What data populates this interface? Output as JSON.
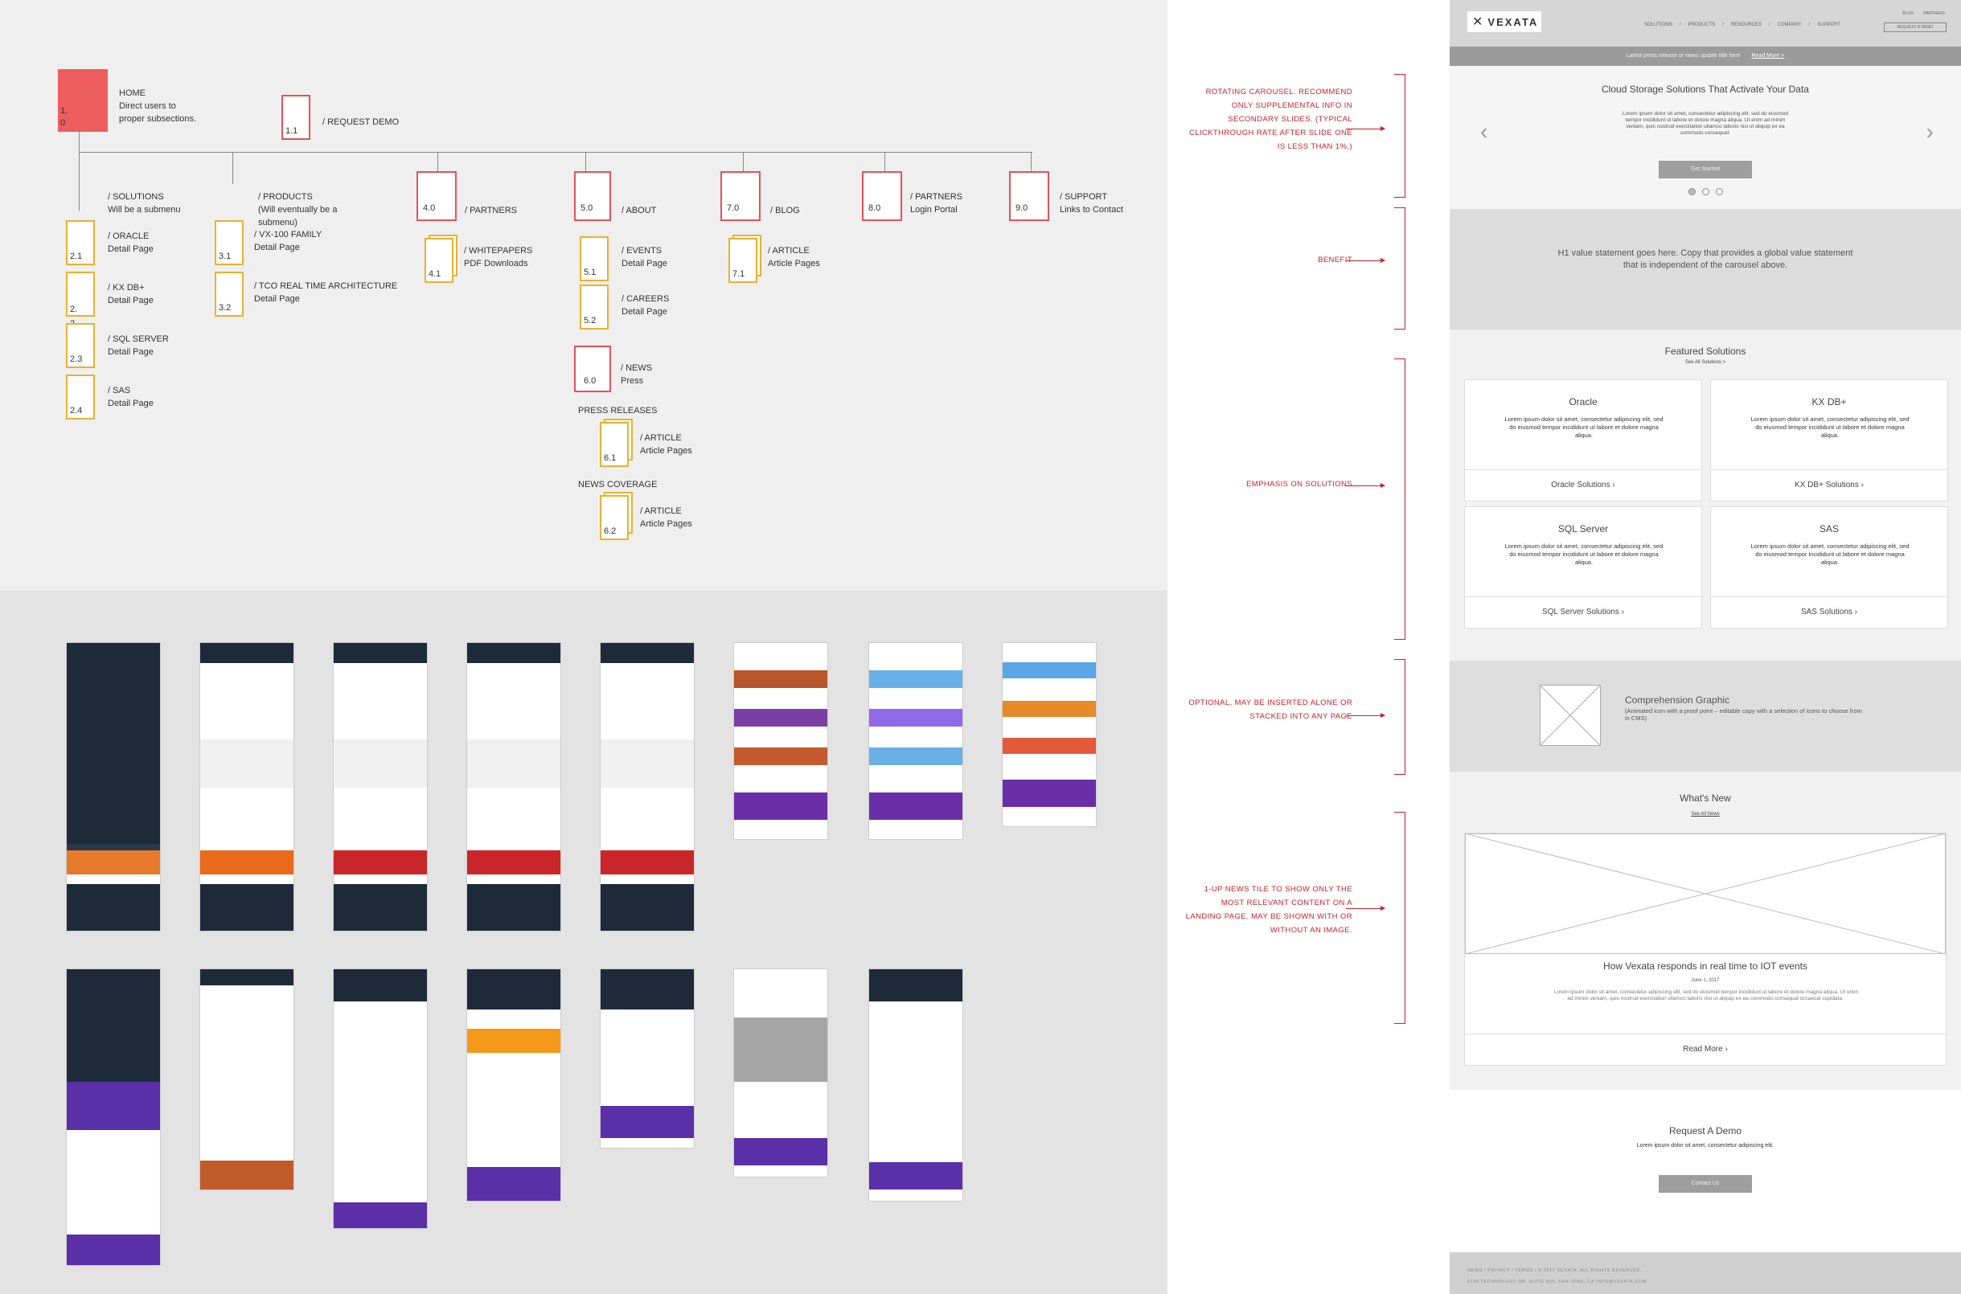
{
  "sitemap": {
    "nodes": [
      {
        "id": "home",
        "num": "1.\n0",
        "title": "HOME",
        "desc": "Direct users to\nproper subsections."
      },
      {
        "id": "n11",
        "num": "1.1",
        "title": "/ REQUEST DEMO",
        "desc": ""
      },
      {
        "id": "solutions",
        "num": "",
        "title": "/ SOLUTIONS",
        "desc": "Will be a submenu"
      },
      {
        "id": "n21",
        "num": "2.1",
        "title": "/ ORACLE",
        "desc": "Detail Page"
      },
      {
        "id": "n22",
        "num": "2.\n2",
        "title": "/ KX DB+",
        "desc": "Detail Page"
      },
      {
        "id": "n23",
        "num": "2.3",
        "title": "/ SQL SERVER",
        "desc": "Detail Page"
      },
      {
        "id": "n24",
        "num": "2.4",
        "title": "/ SAS",
        "desc": "Detail Page"
      },
      {
        "id": "products",
        "num": "",
        "title": "/ PRODUCTS",
        "desc": "(Will eventually be a\nsubmenu)"
      },
      {
        "id": "n31",
        "num": "3.1",
        "title": "/ VX-100 FAMILY",
        "desc": "Detail Page"
      },
      {
        "id": "n32",
        "num": "3.2",
        "title": "/ TCO REAL TIME ARCHITECTURE",
        "desc": "Detail Page"
      },
      {
        "id": "n40",
        "num": "4.0",
        "title": "/ PARTNERS",
        "desc": ""
      },
      {
        "id": "n41",
        "num": "4.1",
        "title": "/ WHITEPAPERS",
        "desc": "PDF Downloads"
      },
      {
        "id": "n50",
        "num": "5.0",
        "title": "/ ABOUT",
        "desc": ""
      },
      {
        "id": "n51",
        "num": "5.1",
        "title": "/ EVENTS",
        "desc": "Detail Page"
      },
      {
        "id": "n52",
        "num": "5.2",
        "title": "/ CAREERS",
        "desc": "Detail Page"
      },
      {
        "id": "n60",
        "num": "6.0",
        "title": "/ NEWS",
        "desc": "Press"
      },
      {
        "id": "n61",
        "num": "6.1",
        "title": "/ ARTICLE",
        "desc": "Article Pages"
      },
      {
        "id": "n62",
        "num": "6.2",
        "title": "/ ARTICLE",
        "desc": "Article Pages"
      },
      {
        "id": "n70",
        "num": "7.0",
        "title": "/ BLOG",
        "desc": ""
      },
      {
        "id": "n71",
        "num": "7.1",
        "title": "/ ARTICLE",
        "desc": "Article Pages"
      },
      {
        "id": "n80",
        "num": "8.0",
        "title": "/ PARTNERS",
        "desc": "Login Portal"
      },
      {
        "id": "n90",
        "num": "9.0",
        "title": "/ SUPPORT",
        "desc": "Links to Contact"
      }
    ],
    "press_releases_label": "PRESS RELEASES",
    "news_coverage_label": "NEWS COVERAGE"
  },
  "notes": {
    "carousel": "ROTATING CAROUSEL. RECOMMEND ONLY SUPPLEMENTAL INFO IN SECONDARY SLIDES. (Typical clickthrough rate after slide one  is less than 1%.)",
    "benefit": "BENEFIT",
    "solutions": "EMPHASIS ON SOLUTIONS",
    "optional": "OPTIONAL, MAY BE INSERTED ALONE OR STACKED INTO ANY PAGE",
    "news": "1-UP NEWS TILE TO SHOW ONLY THE MOST RELEVANT CONTENT ON A LANDING PAGE. MAY BE SHOWN WITH OR WITHOUT AN IMAGE."
  },
  "wireframe": {
    "logo_text": "VEXATA",
    "util_links": [
      "BLOG",
      "PARTNERS"
    ],
    "nav_items": [
      "SOLUTIONS",
      "/",
      "PRODUCTS",
      "/",
      "RESOURCES",
      "/",
      "COMPANY",
      "/",
      "SUPPORT"
    ],
    "nav_button": "REQUEST A DEMO",
    "press_bar_text": "Latest press release or news update title here",
    "press_bar_link": "Read More >",
    "carousel_title": "Cloud Storage Solutions That Activate Your Data",
    "carousel_copy": "Lorem ipsum dolor sit amet, consectetur adipiscing elit, sed do eiusmod tempor incididunt ut labore et dolore magna aliqua. Ut enim ad minim veniam, quis nostrud exercitation ullamco laboris nisi ut aliquip ex ea commodo consequat.",
    "carousel_button": "Get Started",
    "benefit_text": "H1 value statement goes here. Copy that provides a global value statement that is independent of the carousel above.",
    "solutions_title": "Featured Solutions",
    "solutions_link": "See All Solutions >",
    "cards": [
      {
        "title": "Oracle",
        "copy": "Lorem ipsum dolor sit amet, consectetur adipiscing elit, sed do eiusmod tempor incididunt ut labore et dolore magna aliqua.",
        "link": "Oracle Solutions ›"
      },
      {
        "title": "KX DB+",
        "copy": "Lorem ipsum dolor sit amet, consectetur adipiscing elit, sed do eiusmod tempor incididunt ut labore et dolore magna aliqua.",
        "link": "KX DB+ Solutions ›"
      },
      {
        "title": "SQL Server",
        "copy": "Lorem ipsum dolor sit amet, consectetur adipiscing elit, sed do eiusmod tempor incididunt ut labore et dolore magna aliqua.",
        "link": "SQL Server Solutions ›"
      },
      {
        "title": "SAS",
        "copy": "Lorem ipsum dolor sit amet, consectetur adipiscing elit, sed do eiusmod tempor incididunt ut labore et dolore magna aliqua.",
        "link": "SAS Solutions ›"
      }
    ],
    "comp_title": "Comprehension Graphic",
    "comp_sub": "(Animated icon with a proof point – editable copy with a selection of icons to choose from in CMS)",
    "news_title": "What's New",
    "news_link": "See All News",
    "news_card_title": "How Vexata responds in real time to IOT events",
    "news_card_date": "June 1, 2017",
    "news_card_copy": "Lorem ipsum dolor sit amet, consectetur adipiscing elit, sed do eiusmod tempor incididunt ut labore et dolore magna aliqua. Ut enim ad minim veniam, quis nostrud exercitation ullamco laboris nisi ut aliquip ex ea commodo consequat occaecat cupidata .",
    "news_card_read": "Read More  ›",
    "demo_title": "Request A Demo",
    "demo_copy": "Lorem ipsum dolor sit amet, consectetur adipiscing elit.",
    "demo_button": "Contact Us",
    "footer_line1": "NEWS   /   PRIVACY   /   TERMS   /   © 2017 VEXATA. ALL RIGHTS RESERVED.",
    "footer_line2": "1735 TECHNOLOGY DR.  SUITE 520, SAN JOSE, CA  INFO@VEXATA.COM"
  },
  "colors": {
    "required_page": "#e0535b",
    "child_page": "#e7b230",
    "annotation": "#c8202a",
    "home_fill": "#ee5d5d"
  }
}
